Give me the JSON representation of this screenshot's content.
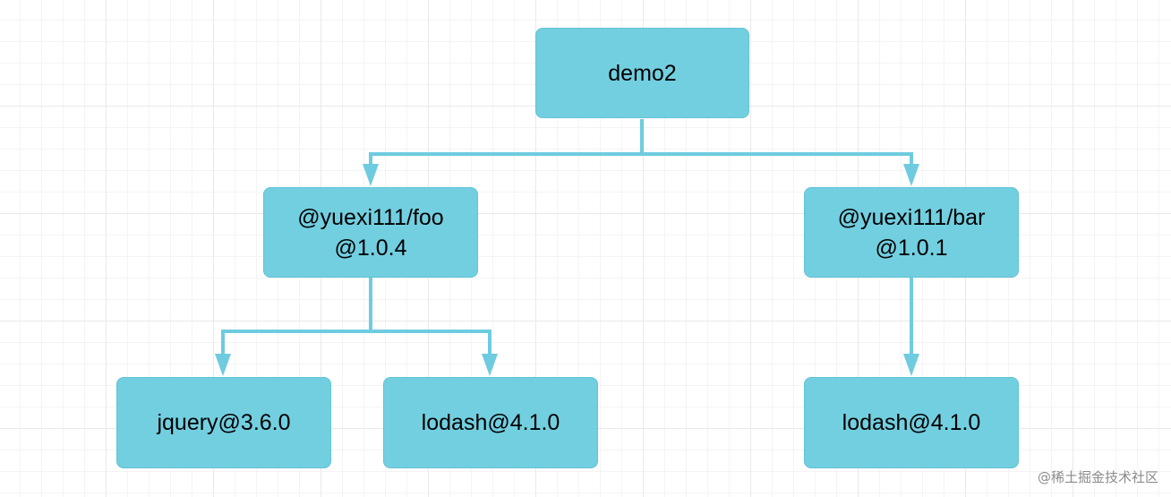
{
  "diagram": {
    "edge_color": "#6ecbe0",
    "node_color": "#72cfe0",
    "root": {
      "label": "demo2"
    },
    "foo": {
      "line1": "@yuexi111/foo",
      "line2": "@1.0.4"
    },
    "bar": {
      "line1": "@yuexi111/bar",
      "line2": "@1.0.1"
    },
    "jquery": {
      "label": "jquery@3.6.0"
    },
    "lodash_foo": {
      "label": "lodash@4.1.0"
    },
    "lodash_bar": {
      "label": "lodash@4.1.0"
    },
    "edges": [
      {
        "from": "demo2",
        "to": "@yuexi111/foo@1.0.4"
      },
      {
        "from": "demo2",
        "to": "@yuexi111/bar@1.0.1"
      },
      {
        "from": "@yuexi111/foo@1.0.4",
        "to": "jquery@3.6.0"
      },
      {
        "from": "@yuexi111/foo@1.0.4",
        "to": "lodash@4.1.0"
      },
      {
        "from": "@yuexi111/bar@1.0.1",
        "to": "lodash@4.1.0"
      }
    ]
  },
  "watermark": "@稀土掘金技术社区"
}
